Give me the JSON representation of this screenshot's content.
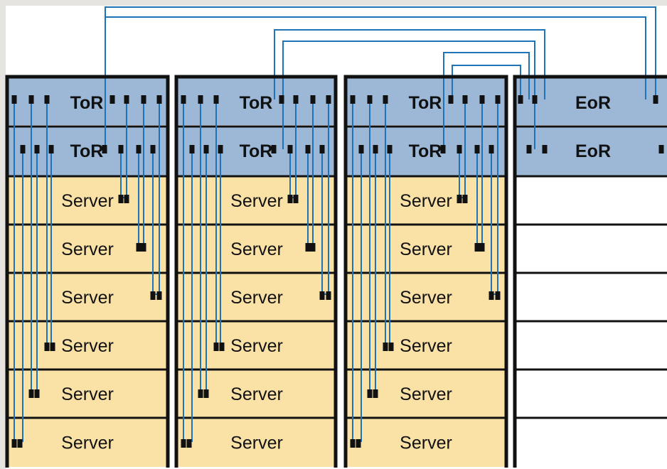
{
  "colors": {
    "background_strip": "#e5e4e0",
    "switch_fill": "#9cb8d6",
    "server_fill": "#fae2a7",
    "cable": "#1f73b7",
    "port": "#111111",
    "frame": "#111111"
  },
  "racks": [
    {
      "kind": "access",
      "switches": [
        {
          "label": "ToR"
        },
        {
          "label": "ToR"
        }
      ],
      "servers": [
        {
          "label": "Server"
        },
        {
          "label": "Server"
        },
        {
          "label": "Server"
        },
        {
          "label": "Server"
        },
        {
          "label": "Server"
        },
        {
          "label": "Server"
        }
      ]
    },
    {
      "kind": "access",
      "switches": [
        {
          "label": "ToR"
        },
        {
          "label": "ToR"
        }
      ],
      "servers": [
        {
          "label": "Server"
        },
        {
          "label": "Server"
        },
        {
          "label": "Server"
        },
        {
          "label": "Server"
        },
        {
          "label": "Server"
        },
        {
          "label": "Server"
        }
      ]
    },
    {
      "kind": "access",
      "switches": [
        {
          "label": "ToR"
        },
        {
          "label": "ToR"
        }
      ],
      "servers": [
        {
          "label": "Server"
        },
        {
          "label": "Server"
        },
        {
          "label": "Server"
        },
        {
          "label": "Server"
        },
        {
          "label": "Server"
        },
        {
          "label": "Server"
        }
      ]
    },
    {
      "kind": "aggregation",
      "switches": [
        {
          "label": "EoR"
        },
        {
          "label": "EoR"
        }
      ],
      "empty_slots": 6
    }
  ]
}
